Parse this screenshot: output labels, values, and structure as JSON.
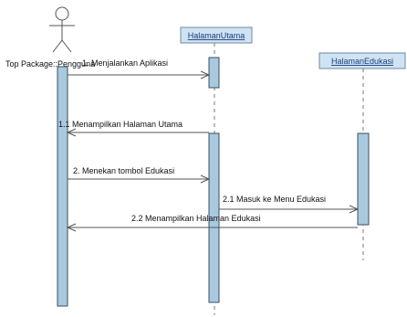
{
  "actor": {
    "label": "Top Package::Pengguna"
  },
  "objects": [
    {
      "id": "halaman_utama",
      "name": "HalamanUtama"
    },
    {
      "id": "halaman_edukasi",
      "name": "HalamanEdukasi"
    }
  ],
  "messages": [
    {
      "label": "1. Menjalankan Aplikasi"
    },
    {
      "label": "1.1 Menampilkan Halaman Utama"
    },
    {
      "label": "2. Menekan tombol Edukasi"
    },
    {
      "label": "2.1 Masuk ke Menu Edukasi"
    },
    {
      "label": "2.2 Menampilkan Halaman Edukasi"
    }
  ],
  "colors": {
    "object_box": "#cfe3f3",
    "activation_bar": "#a9c9df",
    "object_text": "#1a3b7a"
  }
}
